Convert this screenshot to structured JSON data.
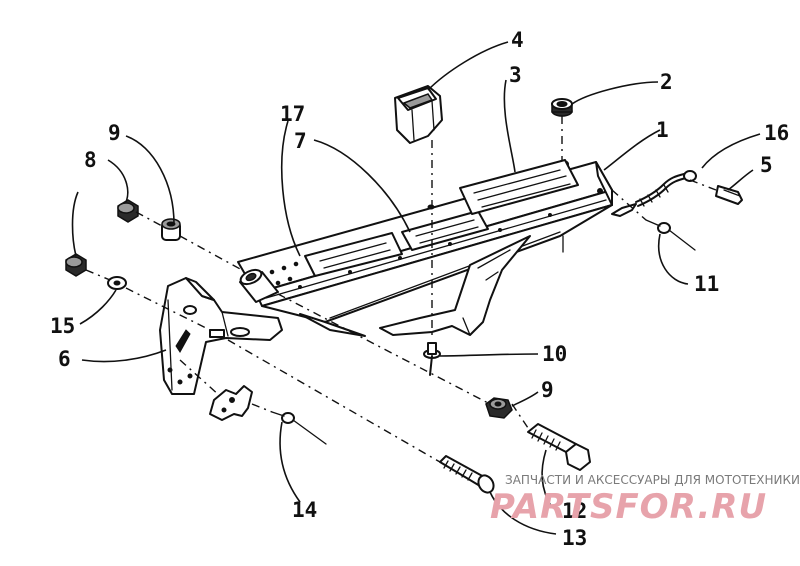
{
  "diagram": {
    "callouts": [
      "1",
      "2",
      "3",
      "4",
      "5",
      "6",
      "7",
      "8",
      "9",
      "9",
      "10",
      "11",
      "12",
      "13",
      "14",
      "15",
      "16",
      "17"
    ]
  },
  "watermark": {
    "tagline": "ЗАПЧАСТИ И АКСЕССУАРЫ ДЛЯ МОТОТЕХНИКИ",
    "brand": "PARTSFOR.RU"
  },
  "colors": {
    "ink": "#111111",
    "watermark_brand": "#e7a3ab",
    "watermark_tagline": "#7a7a7a",
    "background": "#ffffff"
  }
}
